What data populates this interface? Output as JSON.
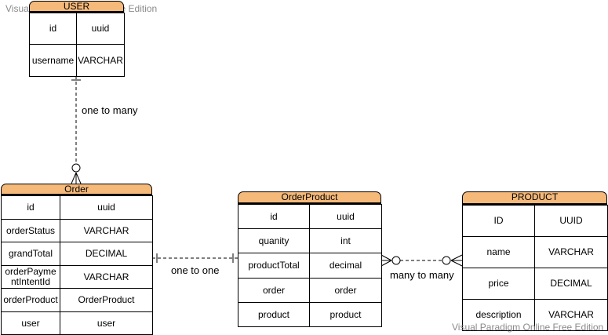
{
  "watermark": "Visual Paradigm Online Free Edition",
  "entities": {
    "user": {
      "title": "USER",
      "rows": [
        [
          "id",
          "uuid"
        ],
        [
          "username",
          "VARCHAR"
        ]
      ]
    },
    "order": {
      "title": "Order",
      "rows": [
        [
          "id",
          "uuid"
        ],
        [
          "orderStatus",
          "VARCHAR"
        ],
        [
          "grandTotal",
          "DECIMAL"
        ],
        [
          "orderPaymentIntentId",
          "VARCHAR"
        ],
        [
          "orderProduct",
          "OrderProduct"
        ],
        [
          "user",
          "user"
        ]
      ]
    },
    "orderproduct": {
      "title": "OrderProduct",
      "rows": [
        [
          "id",
          "uuid"
        ],
        [
          "quanity",
          "int"
        ],
        [
          "productTotal",
          "decimal"
        ],
        [
          "order",
          "order"
        ],
        [
          "product",
          "product"
        ]
      ]
    },
    "product": {
      "title": "PRODUCT",
      "rows": [
        [
          "ID",
          "UUID"
        ],
        [
          "name",
          "VARCHAR"
        ],
        [
          "price",
          "DECIMAL"
        ],
        [
          "description",
          "VARCHAR"
        ]
      ]
    }
  },
  "relationships": {
    "user_order": "one to many",
    "order_orderproduct": "one to one",
    "orderproduct_product": "many to many"
  },
  "colors": {
    "header_fill": "#f5b97a",
    "line": "#000000",
    "watermark": "#8a8a8a"
  }
}
